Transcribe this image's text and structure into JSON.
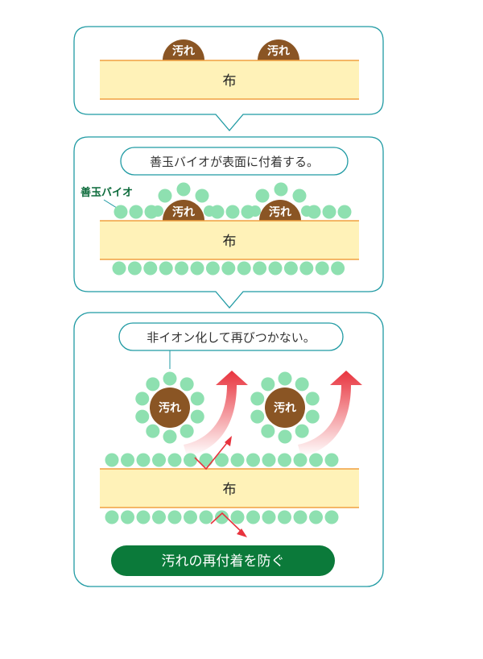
{
  "colors": {
    "panel_border": "#1f9aa3",
    "cloth_fill": "#fff2b8",
    "cloth_edge": "#f0a040",
    "bio_particle": "#8ee0b0",
    "dirt": "#8a5524",
    "arrow_red": "#e8333d",
    "banner_green": "#0b7a3a",
    "banner_text": "#ffffff",
    "label_green": "#0b6a3a"
  },
  "panel1": {
    "cloth_label": "布",
    "dirt_labels": [
      "汚れ",
      "汚れ"
    ]
  },
  "panel2": {
    "callout": "善玉バイオが表面に付着する。",
    "side_label": "善玉バイオ",
    "cloth_label": "布",
    "dirt_labels": [
      "汚れ",
      "汚れ"
    ]
  },
  "panel3": {
    "callout": "非イオン化して再びつかない。",
    "cloth_label": "布",
    "dirt_labels": [
      "汚れ",
      "汚れ"
    ],
    "banner": "汚れの再付着を防ぐ"
  }
}
